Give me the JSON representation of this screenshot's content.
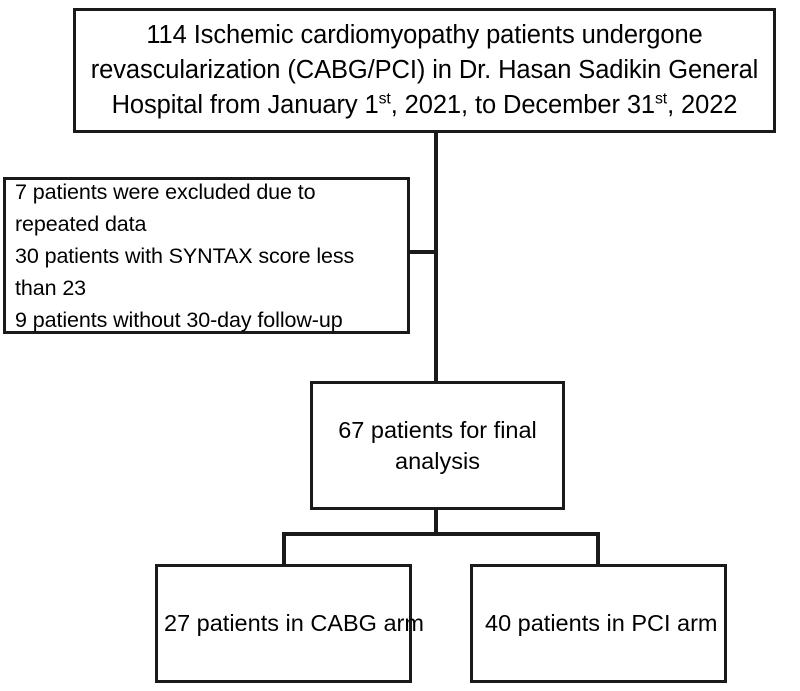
{
  "diagram": {
    "type": "flowchart",
    "title": "Patient enrollment and allocation flow diagram",
    "colors": {
      "background": "#ffffff",
      "stroke": "#1a1a1a",
      "text": "#000000"
    },
    "nodes": {
      "enrolled": {
        "name": "enrolled-cohort-box",
        "count": "114",
        "lines": [
          "114 Ischemic cardiomyopathy patients undergone",
          "revascularization (CABG/PCI) in Dr. Hasan Sadikin General",
          "Hospital from January 1"
        ],
        "line3_prefix": "Hospital from January 1",
        "line3_sup1": "st",
        "line3_mid": ", 2021, to December 31",
        "line3_sup2": "st",
        "line3_suffix": ", 2022"
      },
      "excluded": {
        "name": "exclusion-criteria-box",
        "lines": [
          "7 patients were excluded due to repeated data",
          "30 patients with SYNTAX score less than 23",
          "9 patients without 30-day follow-up"
        ],
        "counts": [
          7,
          30,
          9
        ]
      },
      "final": {
        "name": "final-analysis-box",
        "count": "67",
        "lines": [
          "67 patients for final",
          "analysis"
        ]
      },
      "cabg_arm": {
        "name": "cabg-arm-box",
        "count": "27",
        "lines": [
          "27 patients in CABG arm"
        ]
      },
      "pci_arm": {
        "name": "pci-arm-box",
        "count": "40",
        "lines": [
          "40 patients in PCI arm"
        ]
      }
    }
  }
}
